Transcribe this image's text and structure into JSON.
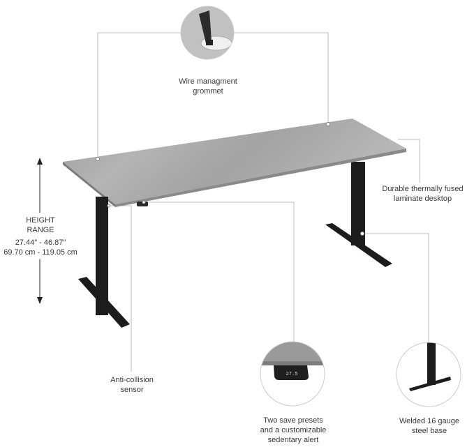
{
  "callouts": {
    "grommet": {
      "line1": "Wire managment",
      "line2": "grommet"
    },
    "laminate": {
      "line1": "Durable thermally fused",
      "line2": "laminate desktop"
    },
    "sensor": {
      "line1": "Anti-collision",
      "line2": "sensor"
    },
    "presets": {
      "line1": "Two save presets",
      "line2": "and a customizable",
      "line3": "sedentary alert",
      "display_value": "27.5"
    },
    "base": {
      "line1": "Welded 16 gauge",
      "line2": "steel base"
    }
  },
  "height_range": {
    "title_line1": "HEIGHT",
    "title_line2": "RANGE",
    "inches": "27.44″ - 46.87″",
    "cm": "69.70 cm - 119.05 cm"
  },
  "colors": {
    "desktop": "#a9a9a9",
    "frame": "#1c1c1c",
    "leader": "#bdbdbd"
  }
}
